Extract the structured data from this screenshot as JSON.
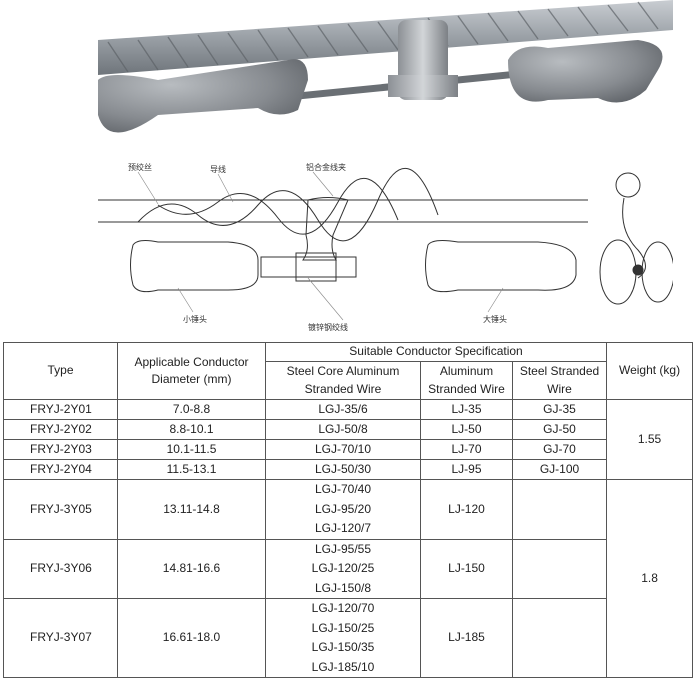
{
  "drawing_labels": {
    "protective_strand": "预绞丝",
    "conductor": "导线",
    "clamp": "铝合金线夹",
    "small_hammer": "小锤头",
    "steel_strand": "镀锌钢绞线",
    "big_hammer": "大锤头"
  },
  "table": {
    "headers": {
      "type": "Type",
      "diameter": "Applicable Conductor Diameter (mm)",
      "suitable": "Suitable Conductor Specification",
      "steel_core": "Steel Core Aluminum Stranded Wire",
      "aluminum": "Aluminum Stranded Wire",
      "steel": "Steel Stranded Wire",
      "weight": "Weight (kg)"
    },
    "rows": [
      {
        "type": "FRYJ-2Y01",
        "diameter": "7.0-8.8",
        "steel_core": [
          "LGJ-35/6"
        ],
        "aluminum": "LJ-35",
        "steel": "GJ-35"
      },
      {
        "type": "FRYJ-2Y02",
        "diameter": "8.8-10.1",
        "steel_core": [
          "LGJ-50/8"
        ],
        "aluminum": "LJ-50",
        "steel": "GJ-50"
      },
      {
        "type": "FRYJ-2Y03",
        "diameter": "10.1-11.5",
        "steel_core": [
          "LGJ-70/10"
        ],
        "aluminum": "LJ-70",
        "steel": "GJ-70"
      },
      {
        "type": "FRYJ-2Y04",
        "diameter": "11.5-13.1",
        "steel_core": [
          "LGJ-50/30"
        ],
        "aluminum": "LJ-95",
        "steel": "GJ-100"
      },
      {
        "type": "FRYJ-3Y05",
        "diameter": "13.11-14.8",
        "steel_core": [
          "LGJ-70/40",
          "LGJ-95/20",
          "LGJ-120/7"
        ],
        "aluminum": "LJ-120",
        "steel": ""
      },
      {
        "type": "FRYJ-3Y06",
        "diameter": "14.81-16.6",
        "steel_core": [
          "LGJ-95/55",
          "LGJ-120/25",
          "LGJ-150/8"
        ],
        "aluminum": "LJ-150",
        "steel": ""
      },
      {
        "type": "FRYJ-3Y07",
        "diameter": "16.61-18.0",
        "steel_core": [
          "LGJ-120/70",
          "LGJ-150/25",
          "LGJ-150/35",
          "LGJ-185/10"
        ],
        "aluminum": "LJ-185",
        "steel": ""
      }
    ],
    "weights": {
      "group1": "1.55",
      "group2": "1.8"
    }
  }
}
